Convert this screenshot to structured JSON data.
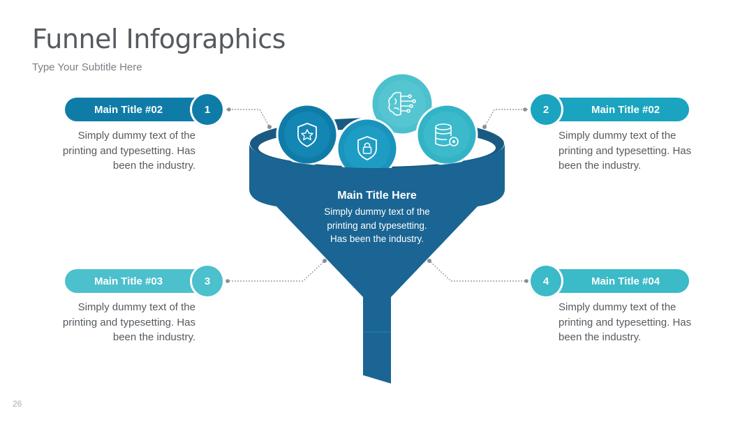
{
  "header": {
    "title": "Funnel Infographics",
    "subtitle": "Type Your Subtitle Here",
    "page_number": "26"
  },
  "colors": {
    "funnel": "#1a6593",
    "funnel_rim": "#1a5a82",
    "blue": "#0f7ca8",
    "teal": "#1aa4c0",
    "light_teal": "#4cc0cc"
  },
  "funnel": {
    "title": "Main Title Here",
    "description": "Simply dummy text of the printing and typesetting. Has been the industry.",
    "balls": [
      {
        "icon": "shield-star-icon"
      },
      {
        "icon": "shield-lock-icon"
      },
      {
        "icon": "brain-circuit-icon"
      },
      {
        "icon": "database-gear-icon"
      }
    ]
  },
  "items": [
    {
      "number": "1",
      "title": "Main Title #02",
      "description": "Simply dummy text of the printing and typesetting. Has been the industry."
    },
    {
      "number": "2",
      "title": "Main Title #02",
      "description": "Simply dummy text of the printing and typesetting. Has been the industry."
    },
    {
      "number": "3",
      "title": "Main Title #03",
      "description": "Simply dummy text of the printing and typesetting. Has been the industry."
    },
    {
      "number": "4",
      "title": "Main Title #04",
      "description": "Simply dummy text of the printing and typesetting. Has been the industry."
    }
  ]
}
